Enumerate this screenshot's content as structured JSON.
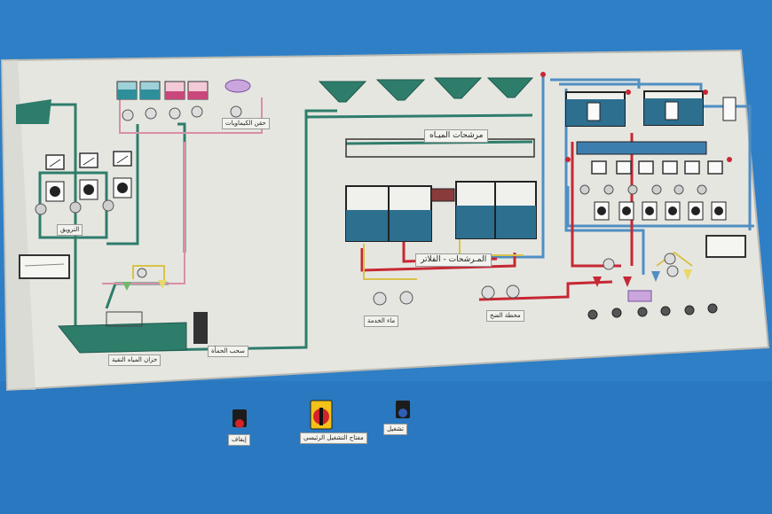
{
  "scene": {
    "subject": "Industrial control panel mimic diagram mounted on a blue wall",
    "colors": {
      "wall": "#2f7fc6",
      "panel": "#e7e7e3",
      "pipe_green": "#2e7d6b",
      "pipe_red": "#c62834",
      "pipe_blue": "#4f8fc3",
      "pipe_yellow": "#d9c24a",
      "pipe_pink": "#d98fa6",
      "water": "#2d6f8f"
    }
  },
  "labels": {
    "filters_water": "مرشحات الميـاه",
    "filters": "المـرشحات - الفلاتر",
    "pumps_station": "محطة الضخ",
    "main_water": "ماء الخدمة",
    "clear_tank": "خزان المياه النقية",
    "chem_dosing": "حقن الكيماويات",
    "sludge": "سحب الحمأة",
    "aeration": "الترويق",
    "bottom_left_btn": "إيقاف",
    "bottom_center_btn": "مفتاح التشغيل الرئيسي",
    "bottom_right_btn": "تشغيل"
  }
}
